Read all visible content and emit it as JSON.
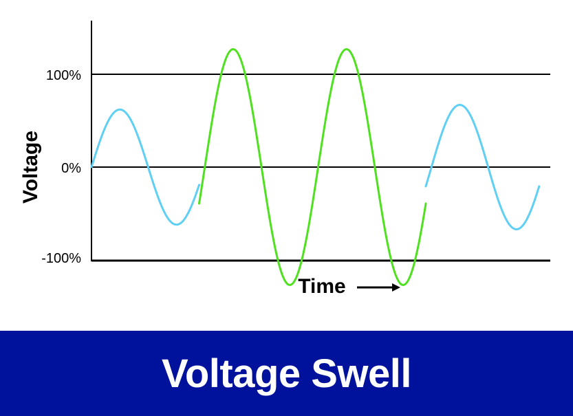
{
  "caption": {
    "title": "Voltage Swell",
    "background_color": "#00129c",
    "text_color": "#ffffff"
  },
  "chart_data": {
    "type": "line",
    "xlabel": "Time",
    "ylabel": "Voltage",
    "x_arrow": "arrow-right-icon",
    "y_ticks": [
      {
        "value": 100,
        "label": "100%"
      },
      {
        "value": 0,
        "label": "0%"
      },
      {
        "value": -100,
        "label": "-100%"
      }
    ],
    "ylim": [
      -100,
      155
    ],
    "xlim": [
      0,
      4
    ],
    "grid": "horizontal lines at 100%, 0% and -100%",
    "series": [
      {
        "color": "#5fcff4",
        "segment": "normal",
        "x_range": [
          0,
          0.95
        ],
        "amplitude_pct": 62
      },
      {
        "color": "#4fe020",
        "segment": "swell",
        "x_range": [
          0.95,
          2.95
        ],
        "amplitude_pct": 127
      },
      {
        "color": "#5fcff4",
        "segment": "normal",
        "x_range": [
          2.95,
          3.95
        ],
        "amplitude_pct": 67
      }
    ]
  }
}
